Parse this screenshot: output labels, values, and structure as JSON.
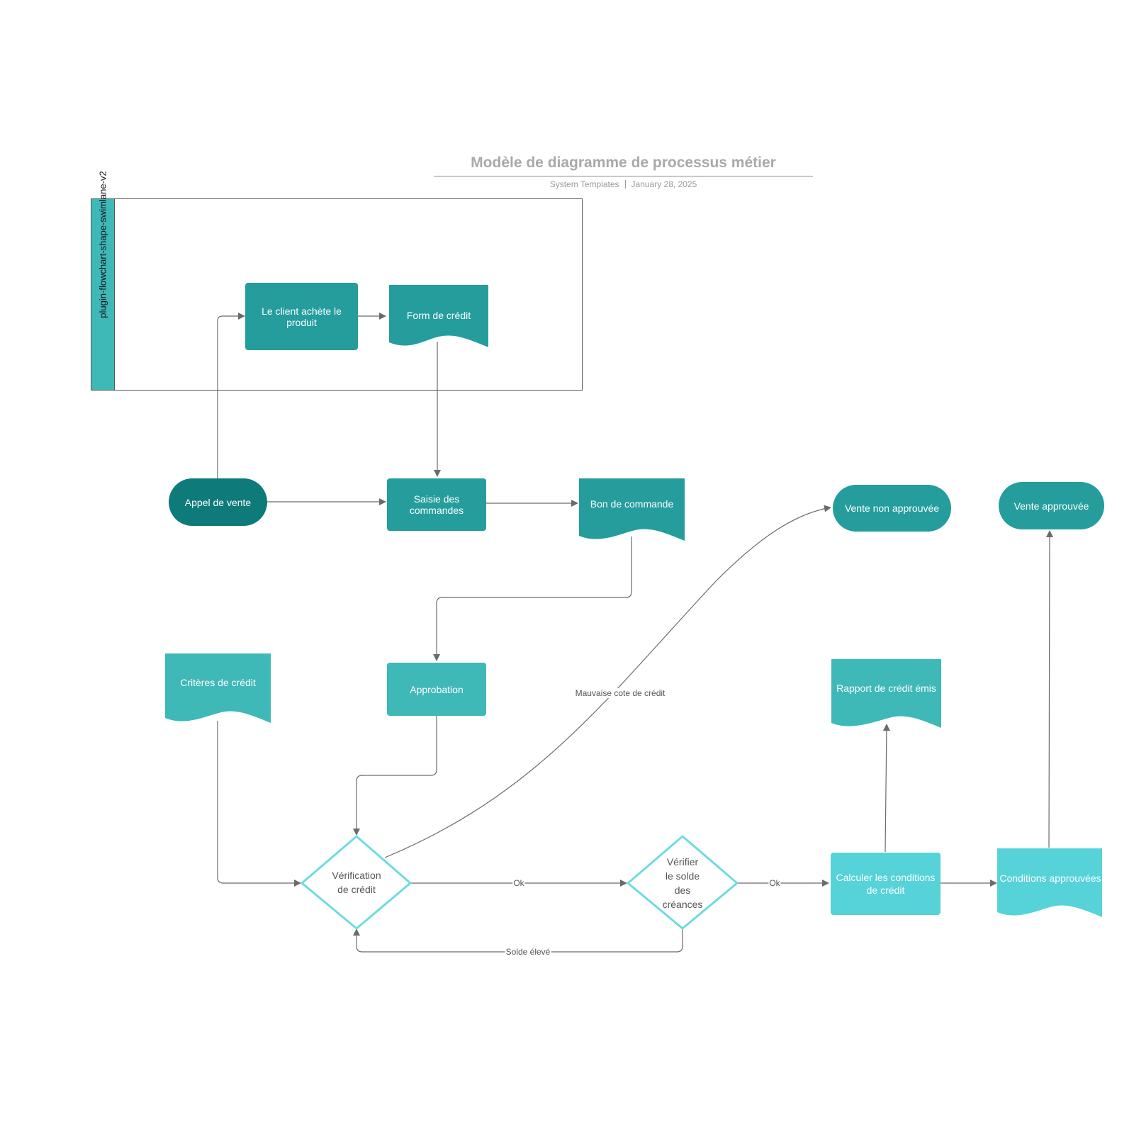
{
  "header": {
    "title": "Modèle de diagramme de processus métier",
    "source": "System Templates",
    "date": "January 28, 2025"
  },
  "swimlane": {
    "label": "plugin-flowchart-shape-swimlane-v2"
  },
  "colors": {
    "teal_dark": "#0e7a7a",
    "teal_mid": "#259d9d",
    "teal_light": "#3fb8b8",
    "cyan": "#56d3d8",
    "diamond_stroke": "#6fdbe0",
    "edge": "#6b6b6b"
  },
  "nodes": {
    "client_achete": "Le client achète le produit",
    "form_credit": "Form de crédit",
    "appel_vente": "Appel de vente",
    "saisie_commande": "Saisie des commandes",
    "bon_commande": "Bon de commande",
    "vente_non_approuvee": "Vente non approuvée",
    "vente_approuvee": "Vente approuvée",
    "criteres_credit": "Critères de crédit",
    "approbation": "Approbation",
    "rapport_credit": "Rapport de crédit émis",
    "verification_credit": [
      "Vérification",
      "de crédit"
    ],
    "verifier_solde": [
      "Vérifier",
      "le solde",
      "des",
      "créances"
    ],
    "calculer_conditions": [
      "Calculer les conditions",
      "de crédit"
    ],
    "conditions_approuvees": "Conditions approuvées"
  },
  "edges": {
    "ok_1": "Ok",
    "ok_2": "Ok",
    "solde_eleve": "Solde élevé",
    "mauvaise_cote": "Mauvaise cote de crédit"
  }
}
